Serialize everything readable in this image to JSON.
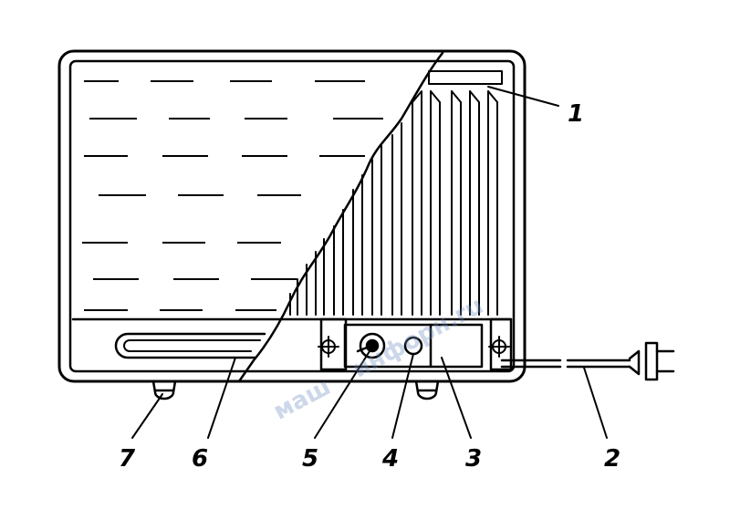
{
  "diagram": {
    "labels": {
      "one": "1",
      "two": "2",
      "three": "3",
      "four": "4",
      "five": "5",
      "six": "6",
      "seven": "7"
    }
  },
  "watermark": {
    "left": "маш",
    "right": "инфорн.ru"
  },
  "colors": {
    "ink": "#000000",
    "paper": "#ffffff",
    "watermark": "#6f8fc4",
    "watermark_accent": "#e08a3c"
  }
}
